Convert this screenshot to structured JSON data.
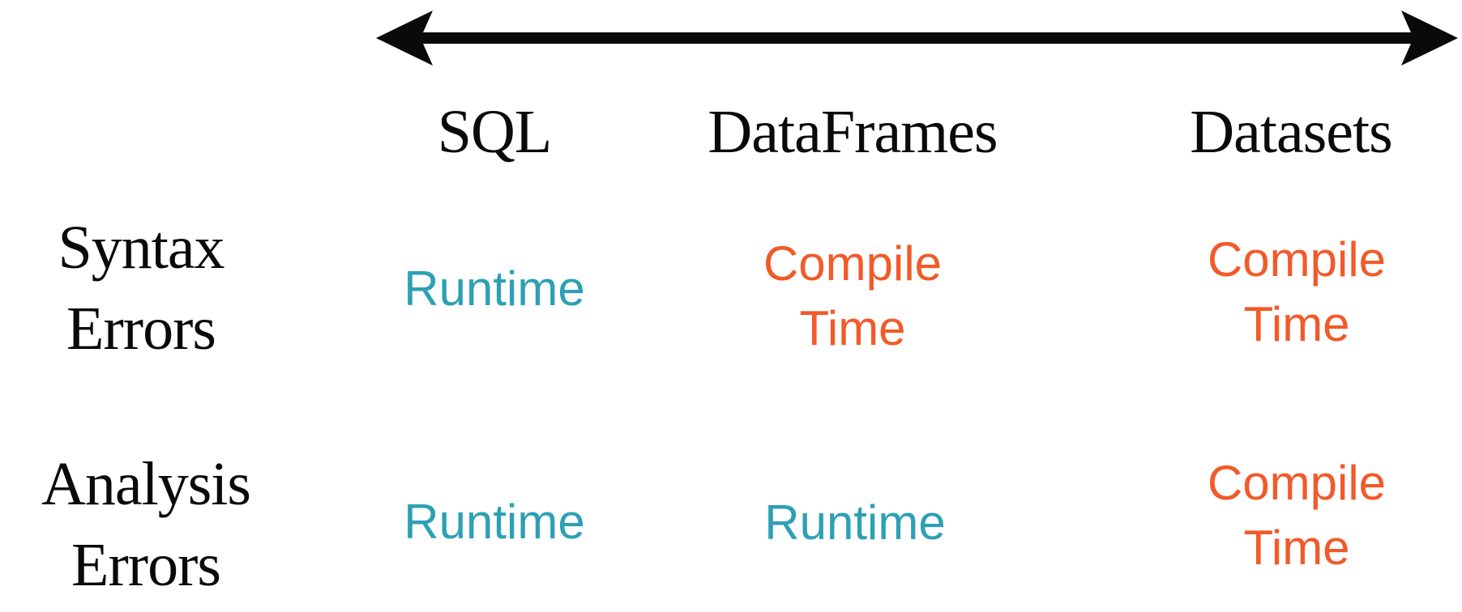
{
  "colors": {
    "runtime": "#2DA0B5",
    "compile": "#F15A29",
    "ink": "#0A0A0A"
  },
  "arrow": {
    "name": "double-headed-horizontal-arrow"
  },
  "table": {
    "column_headers": [
      "SQL",
      "DataFrames",
      "Datasets"
    ],
    "row_headers": [
      "Syntax\nErrors",
      "Analysis\nErrors"
    ],
    "cells": [
      [
        "Runtime",
        "Compile\nTime",
        "Compile\nTime"
      ],
      [
        "Runtime",
        "Runtime",
        "Compile\nTime"
      ]
    ],
    "cell_types": [
      [
        "runtime",
        "compile",
        "compile"
      ],
      [
        "runtime",
        "runtime",
        "compile"
      ]
    ]
  }
}
